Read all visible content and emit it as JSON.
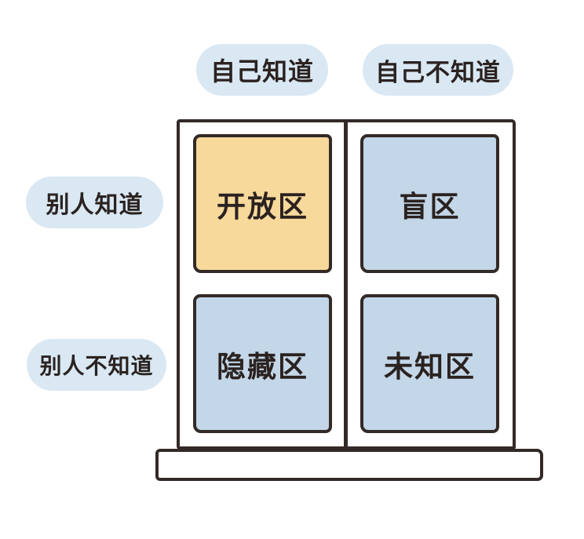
{
  "diagram": {
    "name": "johari-window",
    "background": "#ffffff",
    "colors": {
      "pill_bg": "#d9e8f3",
      "pane_yellow": "#f6d99b",
      "pane_blue": "#c3d7e8",
      "line": "#332a27",
      "text": "#2b2220"
    },
    "column_labels": {
      "self_known": "自己知道",
      "self_unknown": "自己不知道"
    },
    "row_labels": {
      "others_known": "别人知道",
      "others_unknown": "别人不知道"
    },
    "quadrants": {
      "open": {
        "label": "开放区",
        "bg": "#f6d99b"
      },
      "blind": {
        "label": "盲区",
        "bg": "#c3d7e8"
      },
      "hidden": {
        "label": "隐藏区",
        "bg": "#c3d7e8"
      },
      "unknown": {
        "label": "未知区",
        "bg": "#c3d7e8"
      }
    }
  }
}
